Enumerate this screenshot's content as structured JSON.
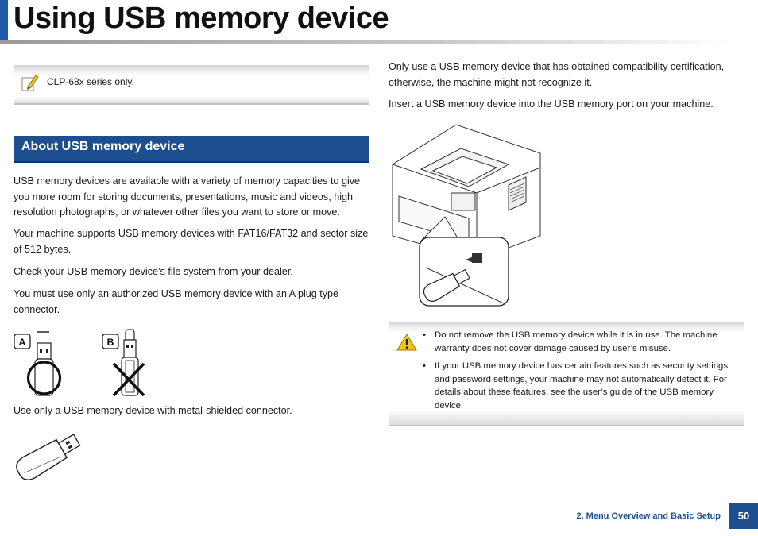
{
  "page": {
    "title": "Using USB memory device",
    "accent_color": "#1f5aa8"
  },
  "note": {
    "icon": "pen-icon",
    "text": "CLP-68x series only."
  },
  "section": {
    "heading": "About USB memory device"
  },
  "left_paragraphs": [
    "USB memory devices are available with a variety of memory capacities to give you more room for storing documents, presentations, music and videos, high resolution photographs, or whatever other files you want to store or move.",
    "Your machine supports USB memory devices with FAT16/FAT32 and sector size of 512 bytes.",
    "Check your USB memory device’s file system from your dealer.",
    "You must use only an authorized USB memory device with an A plug type connector.",
    "Use only a USB memory device with metal-shielded connector."
  ],
  "plug_diagram": {
    "label_a": "A",
    "label_b": "B"
  },
  "right_paragraphs": [
    "Only use a USB memory device that has obtained compatibility certification, otherwise, the machine might not recognize it.",
    "Insert a USB memory device into the USB memory port on your machine."
  ],
  "warning": {
    "icon": "warning-icon",
    "bullet": "•",
    "items": [
      "Do not remove the USB memory device while it is in use. The machine warranty does not cover damage caused by user’s misuse.",
      "If your USB memory device has certain features such as security settings and password settings, your machine may not automatically detect it. For details about these features, see the user’s guide of the USB memory device."
    ]
  },
  "footer": {
    "section_label": "2. Menu Overview and Basic Setup",
    "page_number": "50"
  }
}
